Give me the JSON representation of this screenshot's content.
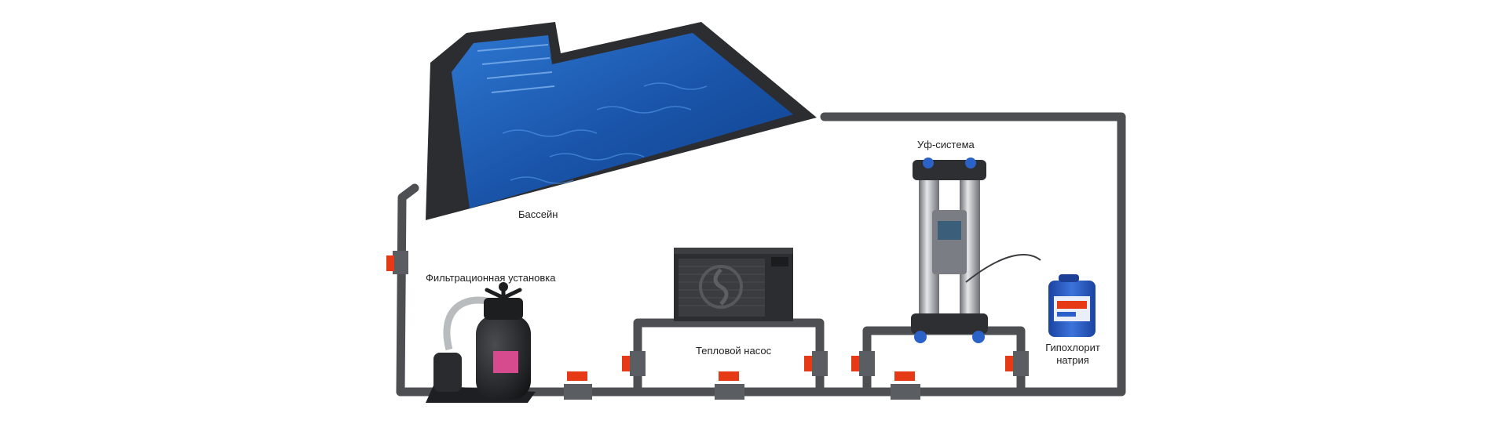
{
  "labels": {
    "pool": "Бассейн",
    "filter": "Фильтрационная установка",
    "heat_pump": "Тепловой насос",
    "uv_system": "Уф-система",
    "hypochlorite_line1": "Гипохлорит",
    "hypochlorite_line2": "натрия"
  },
  "colors": {
    "pipe": "#4d4f53",
    "valve_handle": "#e63a16",
    "pool_water": "#1f5fb8",
    "pool_frame": "#2b2d31",
    "canister": "#2456c4"
  },
  "icons": [
    "pool-image",
    "filter-unit-image",
    "heat-pump-image",
    "uv-system-image",
    "hypochlorite-canister-image",
    "ball-valve-icon"
  ]
}
